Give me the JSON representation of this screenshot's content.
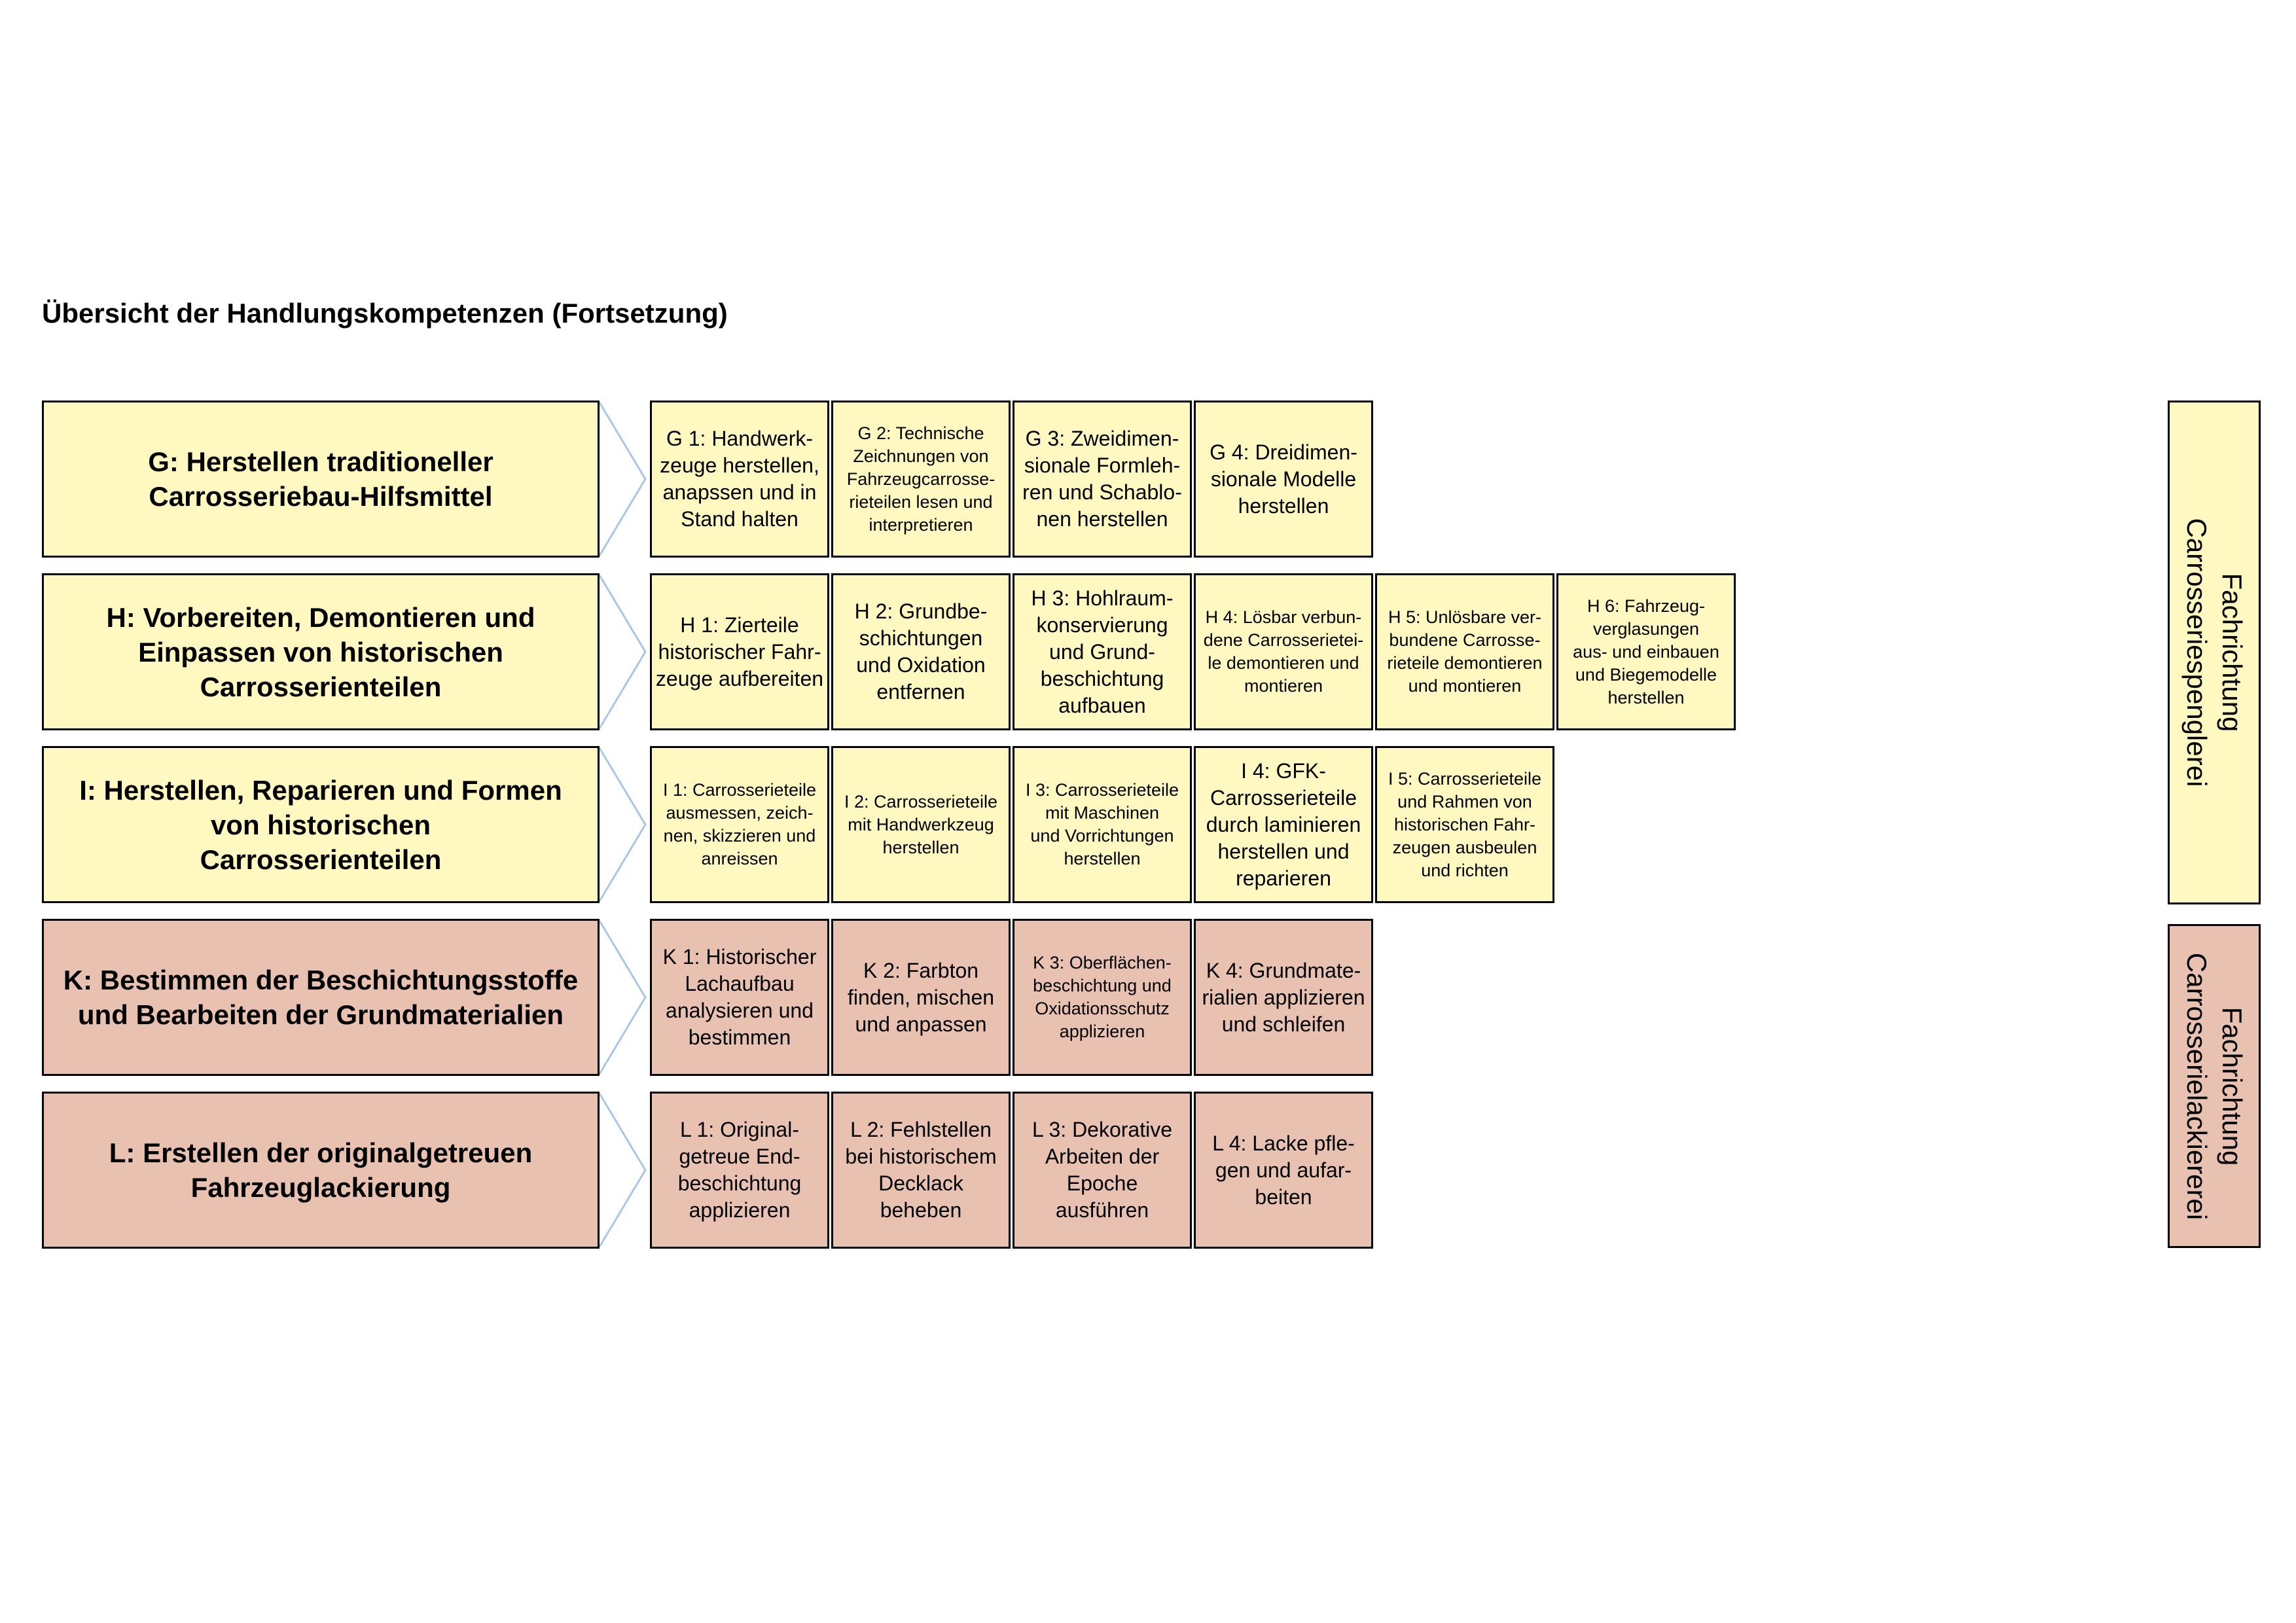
{
  "title": "Übersicht der Handlungskompetenzen (Fortsetzung)",
  "colors": {
    "yellow": "#fff8c0",
    "rose": "#e8c1b1",
    "border": "#000000",
    "chevron": "#a9c6e6"
  },
  "rows": [
    {
      "area": "G: Herstellen traditioneller\nCarrosseriebau-Hilfsmittel",
      "color": "yellow",
      "competencies": [
        {
          "text": "G 1: Handwerk-\nzeuge herstellen,\nanapssen und in\nStand halten",
          "size": "l"
        },
        {
          "text": "G 2: Technische\nZeichnungen von\nFahrzeugcarrosse-\nrieteilen lesen und\ninterpretieren",
          "size": "s"
        },
        {
          "text": "G 3: Zweidimen-\nsionale Formleh-\nren und Schablo-\nnen herstellen",
          "size": "l"
        },
        {
          "text": "G 4: Dreidimen-\nsionale Modelle\nherstellen",
          "size": "l"
        }
      ]
    },
    {
      "area": "H: Vorbereiten, Demontieren und\nEinpassen von historischen\nCarrosserienteilen",
      "color": "yellow",
      "competencies": [
        {
          "text": "H 1: Zierteile\nhistorischer Fahr-\nzeuge aufbereiten",
          "size": "l"
        },
        {
          "text": "H 2: Grundbe-\nschichtungen\nund Oxidation\nentfernen",
          "size": "l"
        },
        {
          "text": "H 3: Hohlraum-\nkonservierung\nund Grund-\nbeschichtung\naufbauen",
          "size": "l"
        },
        {
          "text": "H 4: Lösbar verbun-\ndene Carrosserietei-\nle demontieren und\nmontieren",
          "size": "s"
        },
        {
          "text": "H 5: Unlösbare ver-\nbundene Carrosse-\nrieteile demontieren\nund montieren",
          "size": "s"
        },
        {
          "text": "H 6: Fahrzeug-\nverglasungen\naus- und einbauen\nund Biegemodelle\nherstellen",
          "size": "s"
        }
      ]
    },
    {
      "area": "I: Herstellen, Reparieren und Formen\nvon historischen\nCarrosserienteilen",
      "color": "yellow",
      "competencies": [
        {
          "text": "I 1: Carrosserieteile\nausmessen, zeich-\nnen, skizzieren und\nanreissen",
          "size": "s"
        },
        {
          "text": "I 2: Carrosserieteile\nmit Handwerkzeug\nherstellen",
          "size": "s"
        },
        {
          "text": "I 3: Carrosserieteile\nmit Maschinen\nund Vorrichtungen\nherstellen",
          "size": "s"
        },
        {
          "text": "I 4: GFK-\nCarrosserieteile\ndurch laminieren\nherstellen und\nreparieren",
          "size": "l"
        },
        {
          "text": "I 5: Carrosserieteile\nund Rahmen von\nhistorischen Fahr-\nzeugen ausbeulen\nund richten",
          "size": "s"
        }
      ]
    },
    {
      "area": "K: Bestimmen der Beschichtungsstoffe\nund Bearbeiten der Grundmaterialien",
      "color": "rose",
      "competencies": [
        {
          "text": "K 1: Historischer\nLachaufbau\nanalysieren und\nbestimmen",
          "size": "l"
        },
        {
          "text": "K 2: Farbton\nfinden, mischen\nund anpassen",
          "size": "l"
        },
        {
          "text": "K 3: Oberflächen-\nbeschichtung und\nOxidationsschutz\napplizieren",
          "size": "s"
        },
        {
          "text": "K 4: Grundmate-\nrialien applizieren\nund schleifen",
          "size": "l"
        }
      ]
    },
    {
      "area": "L: Erstellen der originalgetreuen\nFahrzeuglackierung",
      "color": "rose",
      "competencies": [
        {
          "text": "L 1: Original-\ngetreue End-\nbeschichtung\napplizieren",
          "size": "l"
        },
        {
          "text": "L 2: Fehlstellen\nbei historischem\nDecklack\nbeheben",
          "size": "l"
        },
        {
          "text": "L 3: Dekorative\nArbeiten der\nEpoche\nausführen",
          "size": "l"
        },
        {
          "text": "L 4: Lacke pfle-\ngen und aufar-\nbeiten",
          "size": "l"
        }
      ]
    }
  ],
  "specializations": [
    {
      "label": "Fachrichtung Carrosseriespenglerei",
      "color": "yellow"
    },
    {
      "label": "Fachrichtung\nCarrosserielackiererei",
      "color": "rose"
    }
  ]
}
